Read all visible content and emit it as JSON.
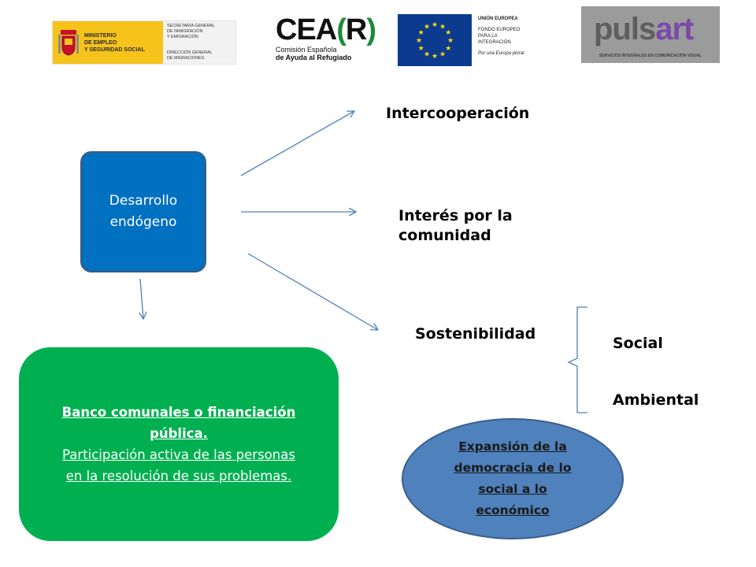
{
  "logos": {
    "ministerio": {
      "left_lines": [
        "MINISTERIO",
        "DE EMPLEO",
        "Y SEGURIDAD SOCIAL"
      ],
      "right_top": [
        "SECRETARÍA GENERAL",
        "DE INMIGRACIÓN",
        "Y EMIGRACIÓN"
      ],
      "right_bottom": [
        "DIRECCIÓN GENERAL",
        "DE MIGRACIONES"
      ]
    },
    "cear": {
      "main_prefix": "CEA",
      "main_paren_open": "(",
      "main_letter": "R",
      "main_paren_close": ")",
      "line1": "Comisión Española",
      "line2": "de Ayuda al Refugiado"
    },
    "eu": {
      "line1": "UNIÓN EUROPEA",
      "line2": "FONDO EUROPEO",
      "line3": "PARA LA",
      "line4": "INTEGRACIÓN",
      "motto": "Por una Europa plural"
    },
    "pulsart": {
      "word_a": "puls",
      "word_b": "art",
      "tagline": "SERVICIOS INTEGRALES EN COMUNICACIÓN VISUAL"
    }
  },
  "diagram": {
    "center_box": {
      "line1": "Desarrollo",
      "line2": "endógeno"
    },
    "branch_intercooperacion": "Intercooperación",
    "branch_interes_line1": "Interés por la",
    "branch_interes_line2": "comunidad",
    "branch_sostenibilidad": "Sostenibilidad",
    "sost_social": "Social",
    "sost_ambiental": "Ambiental",
    "green_box": {
      "line1": "Banco comunales o financiación",
      "line2": "pública.",
      "line3": "Participación activa de las personas",
      "line4": "en la resolución de sus problemas."
    },
    "ellipse": {
      "line1": "Expansión de la",
      "line2": "democracia de lo",
      "line3": "social a lo",
      "line4": "económico"
    }
  },
  "colors": {
    "center_box": "#0070c0",
    "green_box": "#00b050",
    "ellipse": "#4f81bd",
    "arrow": "#4f81bd",
    "eu_flag": "#0b3a8f",
    "eu_stars": "#ffdd00",
    "ministerio_yellow": "#f6c31b"
  }
}
